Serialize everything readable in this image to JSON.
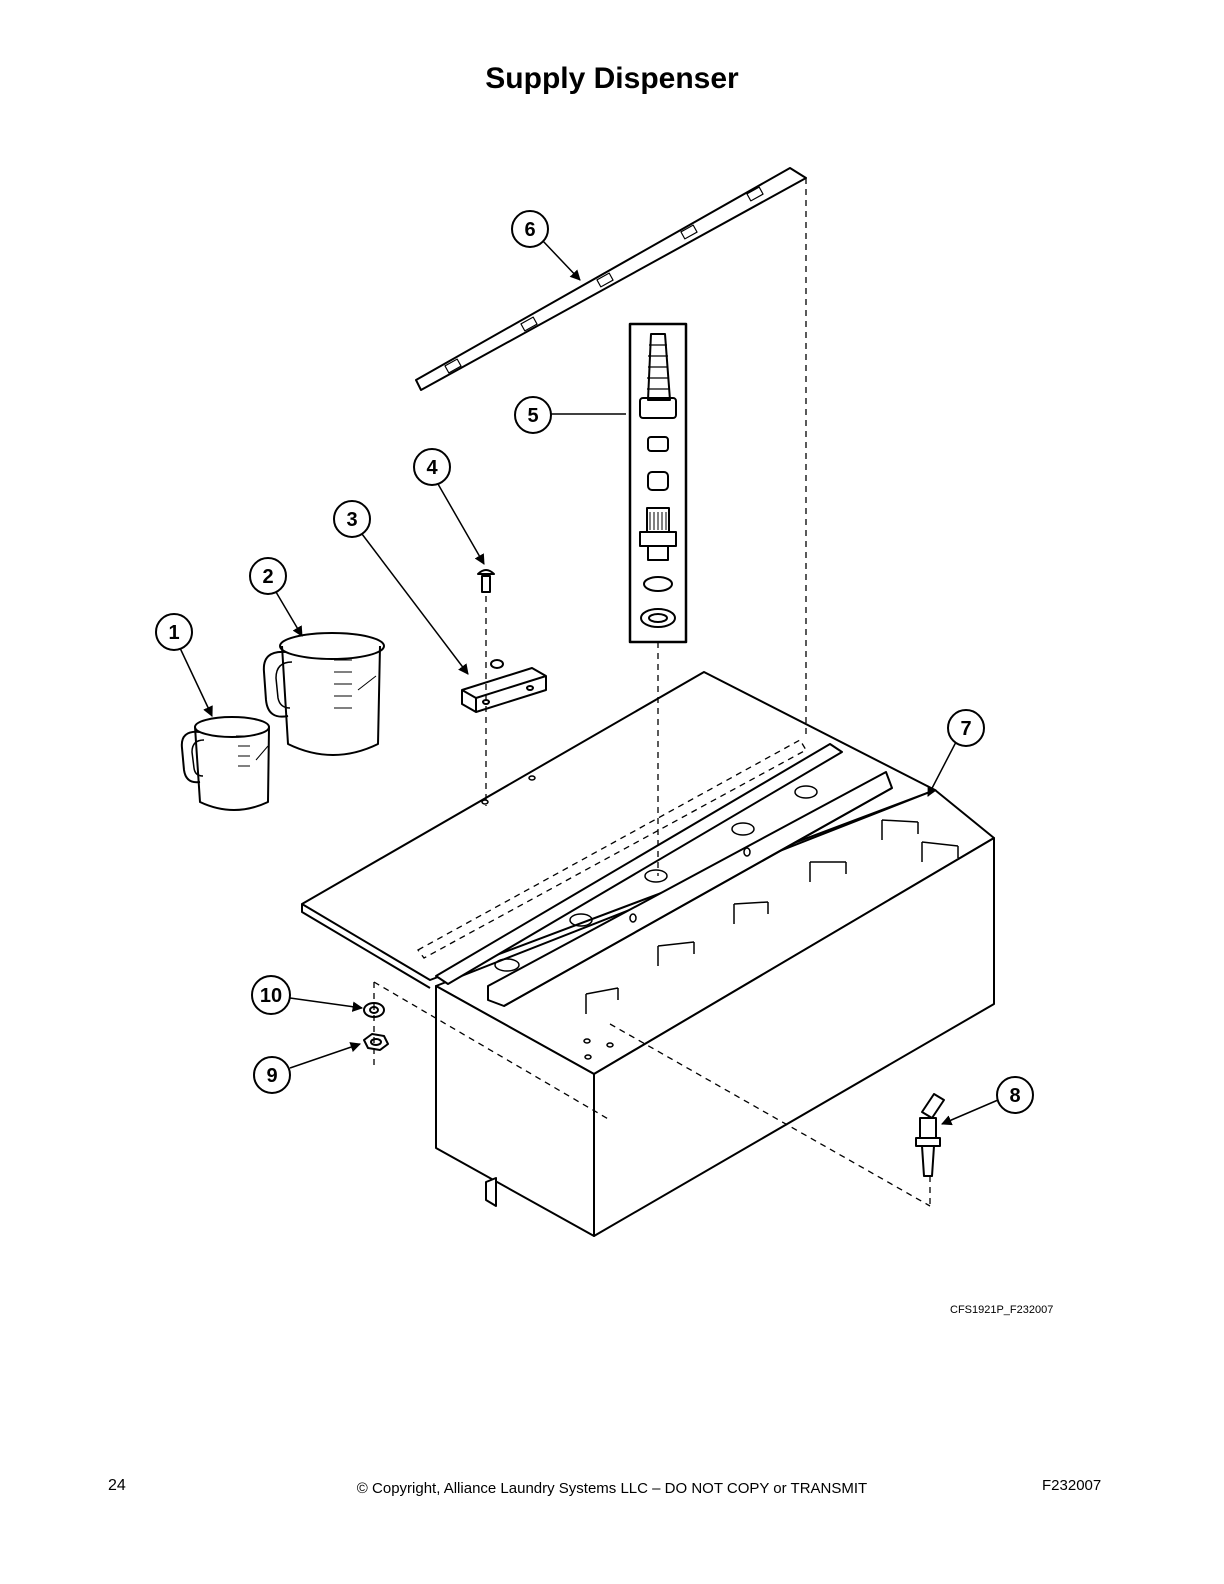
{
  "title": "Supply Dispenser",
  "callouts": [
    {
      "id": "c1",
      "label": "1"
    },
    {
      "id": "c2",
      "label": "2"
    },
    {
      "id": "c3",
      "label": "3"
    },
    {
      "id": "c4",
      "label": "4"
    },
    {
      "id": "c5",
      "label": "5"
    },
    {
      "id": "c6",
      "label": "6"
    },
    {
      "id": "c7",
      "label": "7"
    },
    {
      "id": "c8",
      "label": "8"
    },
    {
      "id": "c9",
      "label": "9"
    },
    {
      "id": "c10",
      "label": "10"
    }
  ],
  "figure_code": "CFS1921P_F232007",
  "footer": {
    "page_number": "24",
    "copyright": "© Copyright, Alliance Laundry Systems LLC – DO NOT COPY or TRANSMIT",
    "doc_code": "F232007"
  }
}
